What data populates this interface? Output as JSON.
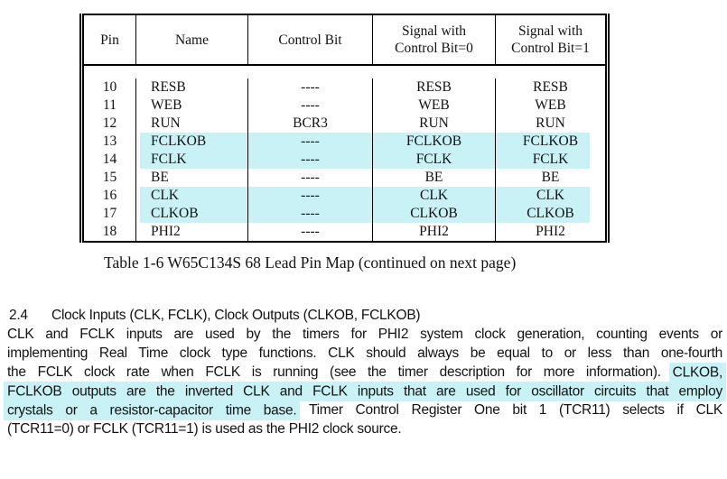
{
  "colors": {
    "highlight": "#c8f2f6",
    "ink": "#121212"
  },
  "pin_table": {
    "headers": {
      "pin": "Pin",
      "name": "Name",
      "control": "Control Bit",
      "sig0_line1": "Signal with",
      "sig0_line2": "Control Bit=0",
      "sig1_line1": "Signal with",
      "sig1_line2": "Control Bit=1"
    },
    "rows": [
      {
        "pin": "10",
        "name": "RESB",
        "control": "----",
        "sig0": "RESB",
        "sig1": "RESB",
        "highlight": false
      },
      {
        "pin": "11",
        "name": "WEB",
        "control": "----",
        "sig0": "WEB",
        "sig1": "WEB",
        "highlight": false
      },
      {
        "pin": "12",
        "name": "RUN",
        "control": "BCR3",
        "sig0": "RUN",
        "sig1": "RUN",
        "highlight": false
      },
      {
        "pin": "13",
        "name": "FCLKOB",
        "control": "----",
        "sig0": "FCLKOB",
        "sig1": "FCLKOB",
        "highlight": true
      },
      {
        "pin": "14",
        "name": "FCLK",
        "control": "----",
        "sig0": "FCLK",
        "sig1": "FCLK",
        "highlight": true
      },
      {
        "pin": "15",
        "name": "BE",
        "control": "----",
        "sig0": "BE",
        "sig1": "BE",
        "highlight": false
      },
      {
        "pin": "16",
        "name": "CLK",
        "control": "----",
        "sig0": "CLK",
        "sig1": "CLK",
        "highlight": true
      },
      {
        "pin": "17",
        "name": "CLKOB",
        "control": "----",
        "sig0": "CLKOB",
        "sig1": "CLKOB",
        "highlight": true
      },
      {
        "pin": "18",
        "name": "PHI2",
        "control": "----",
        "sig0": "PHI2",
        "sig1": "PHI2",
        "highlight": false
      }
    ],
    "caption": "Table 1-6 W65C134S 68 Lead Pin Map (continued on next page)"
  },
  "section": {
    "number": "2.4",
    "title": "Clock Inputs (CLK, FCLK), Clock Outputs (CLKOB, FCLKOB)"
  },
  "paragraph": {
    "lines": [
      {
        "segments": [
          {
            "t": "CLK and FCLK inputs are used by the timers for PHI2 system clock generation, counting events or",
            "h": false
          }
        ]
      },
      {
        "segments": [
          {
            "t": "implementing Real Time clock type functions.  CLK should always be equal to or less than one-fourth",
            "h": false
          }
        ]
      },
      {
        "segments": [
          {
            "t": "the FCLK clock rate when FCLK is running (see the timer description for more information).  ",
            "h": false
          },
          {
            "t": "CLKOB,",
            "h": true
          }
        ]
      },
      {
        "segments": [
          {
            "t": "FCLKOB outputs are the inverted CLK and FCLK inputs that are used for oscillator circuits that employ",
            "h": true
          }
        ]
      },
      {
        "segments": [
          {
            "t": "crystals or a resistor-capacitor time base.",
            "h": true
          },
          {
            "t": "  Timer Control Register One bit 1 (TCR11) selects if CLK",
            "h": false
          }
        ]
      },
      {
        "segments": [
          {
            "t": "(TCR11=0) or FCLK (TCR11=1) is used as the PHI2 clock source.",
            "h": false
          }
        ]
      }
    ]
  }
}
